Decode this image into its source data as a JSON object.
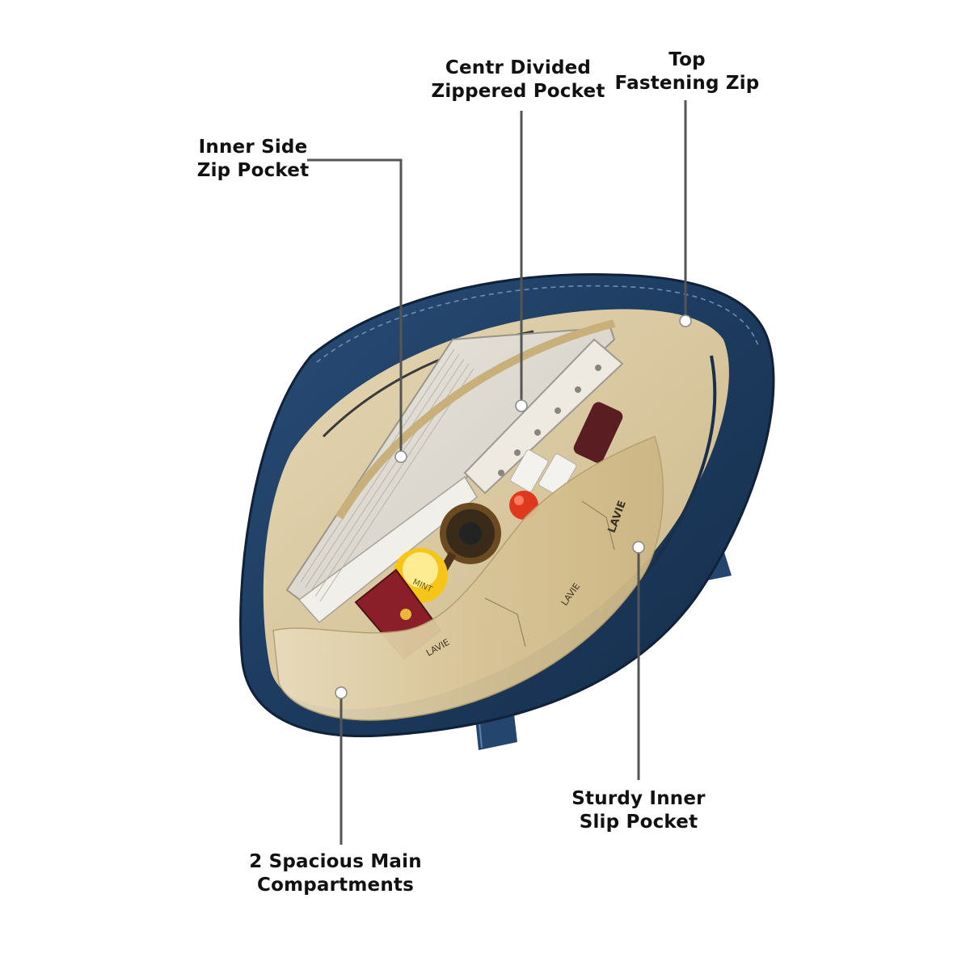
{
  "callouts": {
    "inner_side_zip_pocket": {
      "line1": "Inner Side",
      "line2": "Zip Pocket"
    },
    "centre_divided_pocket": {
      "line1": "Centr Divided",
      "line2": "Zippered Pocket"
    },
    "top_fastening_zip": {
      "line1": "Top",
      "line2": "Fastening Zip"
    },
    "main_compartments": {
      "line1": "2 Spacious Main",
      "line2": "Compartments"
    },
    "inner_slip_pocket": {
      "line1": "Sturdy Inner",
      "line2": "Slip Pocket"
    }
  },
  "product": {
    "brand_print": "LAVIE",
    "bottle_label": "MINT"
  },
  "colors": {
    "bag_leather": "#1f3f63",
    "lining": "#d8c7a0",
    "leader_line": "#555555",
    "label_text": "#111111"
  }
}
